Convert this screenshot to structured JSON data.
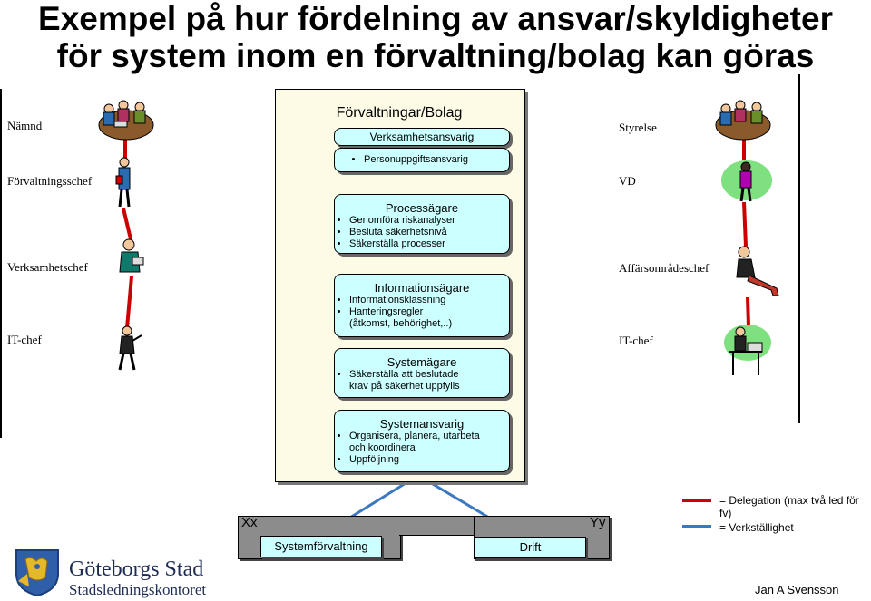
{
  "title": {
    "line1": "Exempel på hur fördelning av ansvar/skyldigheter",
    "line2": "för system inom en förvaltning/bolag kan göras"
  },
  "left_roles": [
    "Nämnd",
    "Förvaltningsschef",
    "Verksamhetschef",
    "IT-chef"
  ],
  "right_roles": [
    "Styrelse",
    "VD",
    "Affärsområdeschef",
    "IT-chef"
  ],
  "center": {
    "heading": "Förvaltningar/Bolag",
    "verksamhetsansvarig": "Verksamhetsansvarig",
    "personuppgift": "Personuppgiftsansvarig",
    "processagare": {
      "title": "Processägare",
      "items": [
        "Genomföra riskanalyser",
        "Besluta säkerhetsnivå",
        "Säkerställa processer"
      ]
    },
    "informationsagare": {
      "title": "Informationsägare",
      "items": [
        "Informationsklassning",
        "Hanteringsregler"
      ],
      "cont": "(åtkomst, behörighet,..)"
    },
    "systemagare": {
      "title": "Systemägare",
      "item": "Säkerställa att beslutade",
      "cont": "krav  på säkerhet uppfylls"
    }
  },
  "systemansvarig": {
    "title": "Systemansvarig",
    "item1": "Organisera, planera, utarbeta",
    "cont1": "och koordinera",
    "item2": "Uppföljning"
  },
  "bottom": {
    "xx": "Xx",
    "yy": "Yy",
    "systemforvaltning": "Systemförvaltning",
    "drift": "Drift"
  },
  "legend": {
    "delegation": "= Delegation (max två led för fv)",
    "verkstallighet": "= Verkställighet",
    "delegation_color": "#cc0000",
    "verkstallighet_color": "#3a78c2"
  },
  "logo": {
    "name": "Göteborgs Stad",
    "sub": "Stadsledningskontoret"
  },
  "author": "Jan A Svensson",
  "icons": [
    "meeting-group-icon",
    "person-icon"
  ]
}
